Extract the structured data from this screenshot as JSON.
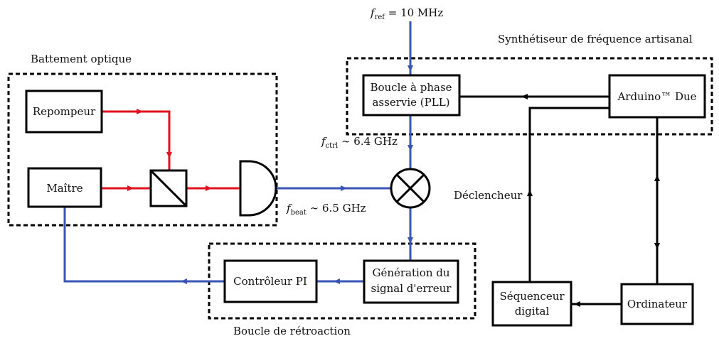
{
  "colors": {
    "optical": "#e0101e",
    "rf": "#3a55b5",
    "digital": "#000000",
    "box": "#000000"
  },
  "groups": {
    "optical_beat": "Battement optique",
    "synthesizer": "Synthétiseur de fréquence artisanal",
    "feedback_loop": "Boucle de rétroaction"
  },
  "boxes": {
    "repumper": "Repompeur",
    "master": "Maître",
    "pll_line1": "Boucle à phase",
    "pll_line2": "asservie (PLL)",
    "arduino": "Arduino™ Due",
    "error_line1": "Génération du",
    "error_line2": "signal d'erreur",
    "pi_controller": "Contrôleur PI",
    "sequencer_line1": "Séquenceur",
    "sequencer_line2": "digital",
    "computer": "Ordinateur"
  },
  "frequencies": {
    "ref": {
      "symbol": "f",
      "sub": "ref",
      "value": " = 10 MHz"
    },
    "ctrl": {
      "symbol": "f",
      "sub": "ctrl",
      "value": " ∼ 6.4 GHz"
    },
    "beat": {
      "symbol": "f",
      "sub": "beat",
      "value": " ∼ 6.5 GHz"
    }
  },
  "labels": {
    "trigger": "Déclencheur"
  },
  "icons": {
    "beam_splitter": "beam-splitter-cube-icon",
    "photodiode": "photodiode-icon",
    "mixer": "mixer-icon"
  }
}
